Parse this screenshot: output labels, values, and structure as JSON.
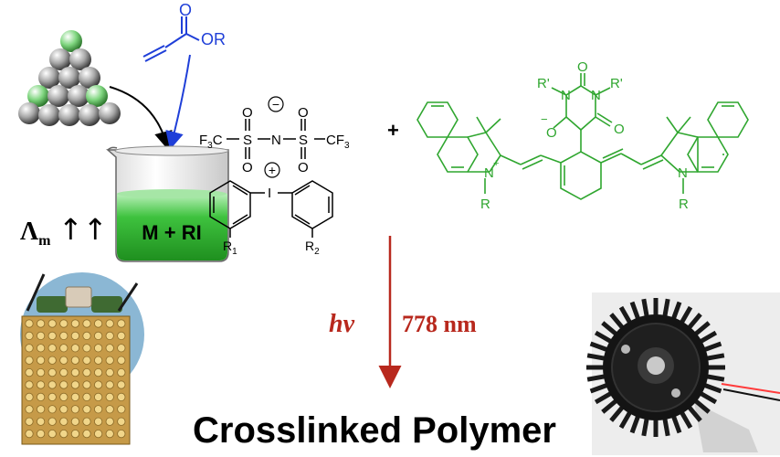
{
  "colors": {
    "dye": "#2fa62f",
    "acrylate": "#1f3fd8",
    "arrow_red": "#b8281d",
    "liquid": "#3ec23e",
    "liquid_light": "#a6e6a6",
    "sphere_grey": "#9a9a9a",
    "sphere_green": "#8fe08f",
    "black": "#000000"
  },
  "monomer": {
    "label": "OR",
    "oxygen": "O"
  },
  "beaker": {
    "label": "M + RI"
  },
  "anion": {
    "cf3_left_main": "F",
    "cf3_left_sub": "3",
    "cf3_left_end": "C",
    "cf3_right_main": "CF",
    "cf3_right_sub": "3",
    "sulfur": "S",
    "nitrogen": "N",
    "oxygen": "O",
    "charge": "−"
  },
  "iodonium": {
    "iodine": "I",
    "charge": "+",
    "r1_main": "R",
    "r1_sub": "1",
    "r2_main": "R",
    "r2_sub": "2"
  },
  "plus_sign": "+",
  "dye": {
    "r_left_n": "R",
    "r_right_n": "R",
    "n_left": "N",
    "n_right": "N",
    "n_charge": "+",
    "barb_r_left": "R'",
    "barb_r_right": "R'",
    "barb_o_top": "O",
    "barb_o_right": "O",
    "barb_n_left": "N",
    "barb_n_right": "N",
    "barb_o_minus": "O",
    "barb_minus": "−"
  },
  "conductivity": {
    "symbol_main": "Λ",
    "symbol_sub": "m",
    "arrows": "↑↑"
  },
  "irradiation": {
    "hv": "hν",
    "wavelength": "778 nm"
  },
  "product": {
    "title": "Crosslinked Polymer"
  },
  "photos": {
    "led_array": "led-array-photo",
    "lamp": "lamp-photo"
  }
}
